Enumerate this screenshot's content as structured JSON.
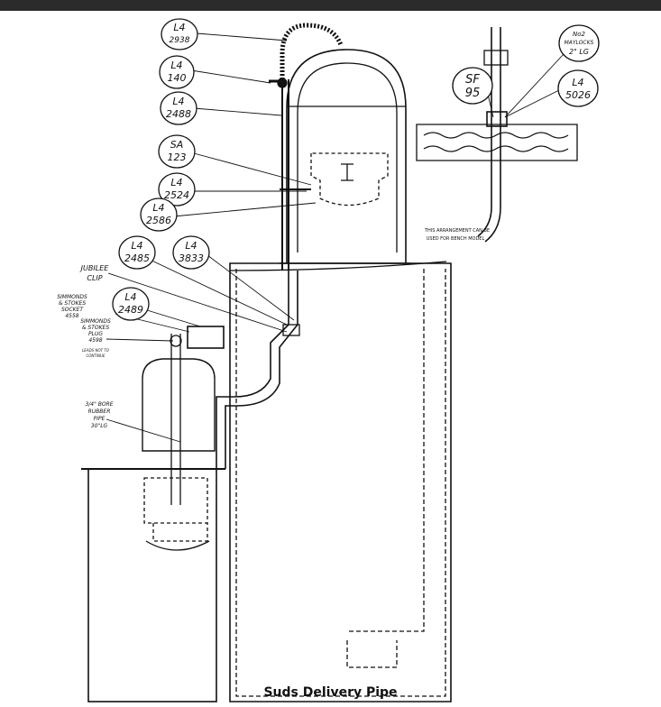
{
  "caption": "Suds Delivery Pipe",
  "callouts": [
    {
      "id": "c1",
      "line1": "L4",
      "line2": "2938"
    },
    {
      "id": "c2",
      "line1": "L4",
      "line2": "140"
    },
    {
      "id": "c3",
      "line1": "L4",
      "line2": "2488"
    },
    {
      "id": "c4",
      "line1": "SA",
      "line2": "123"
    },
    {
      "id": "c5",
      "line1": "L4",
      "line2": "2524"
    },
    {
      "id": "c6",
      "line1": "L4",
      "line2": "2586"
    },
    {
      "id": "c7",
      "line1": "L4",
      "line2": "2485"
    },
    {
      "id": "c8",
      "line1": "L4",
      "line2": "3833"
    },
    {
      "id": "c9",
      "line1": "L4",
      "line2": "2489"
    },
    {
      "id": "c10",
      "line1": "SF",
      "line2": "95"
    },
    {
      "id": "c11",
      "line1": "L4",
      "line2": "5026"
    },
    {
      "id": "c12",
      "line1": "No2",
      "line2": "MAYLOCKS",
      "line3": "2\" LG"
    }
  ],
  "labels": {
    "jubilee_clip": [
      "JUBILEE",
      "CLIP"
    ],
    "simmonds_socket": [
      "SIMMONDS",
      "& STOKES",
      "SOCKET",
      "4558"
    ],
    "simmonds_plug": [
      "SIMMONDS",
      "& STOKES",
      "PLUG",
      "4598"
    ],
    "plug_note": [
      "LEADS NOT TO",
      "CONTINUE"
    ],
    "rubber_pipe": [
      "3/4\" BORE",
      "RUBBER",
      "PIPE",
      "30\"LG"
    ],
    "bench_note": [
      "THIS ARRANGEMENT CAN BE",
      "USED FOR BENCH MODEL"
    ]
  }
}
